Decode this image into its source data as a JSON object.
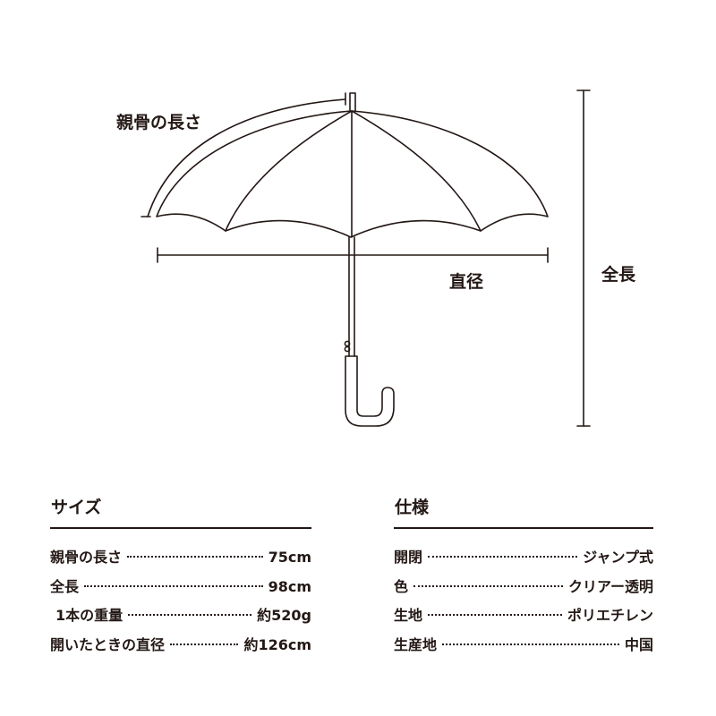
{
  "diagram": {
    "rib_length_label": "親骨の長さ",
    "diameter_label": "直径",
    "total_length_label": "全長",
    "colors": {
      "ink": "#231815",
      "background": "#ffffff"
    }
  },
  "size_panel": {
    "heading": "サイズ",
    "rows": [
      {
        "label": "親骨の長さ",
        "value": "75cm"
      },
      {
        "label": "全長",
        "value": "98cm"
      },
      {
        "label": "1本の重量",
        "value": "約520g"
      },
      {
        "label": "開いたときの直径",
        "value": "約126cm"
      }
    ]
  },
  "spec_panel": {
    "heading": "仕様",
    "rows": [
      {
        "label": "開閉",
        "value": "ジャンプ式"
      },
      {
        "label": "色",
        "value": "クリアー透明"
      },
      {
        "label": "生地",
        "value": "ポリエチレン"
      },
      {
        "label": "生産地",
        "value": "中国"
      }
    ]
  }
}
